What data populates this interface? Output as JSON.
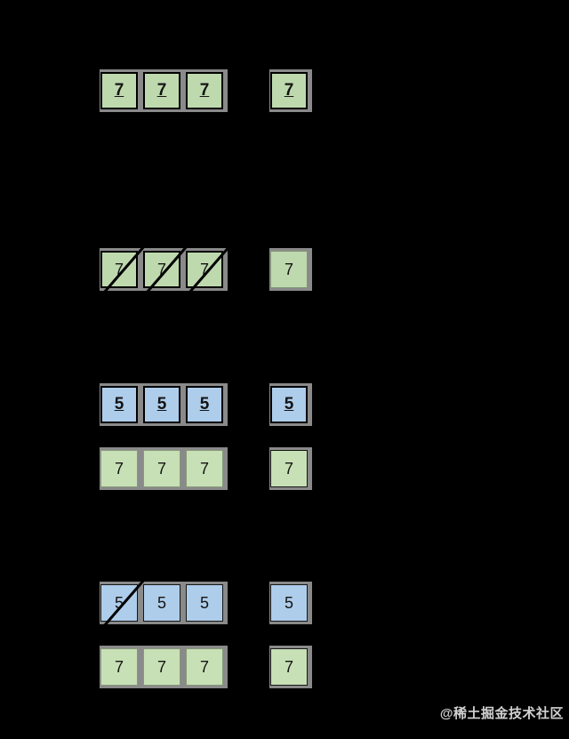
{
  "page": {
    "background_color": "#000000",
    "slot_color": "#8a8a8a",
    "green_color": "#bed9ae",
    "green_soft_color": "#c7e0b5",
    "blue_color": "#aecdeb",
    "digit_color": "#141414",
    "strike_color": "#000000"
  },
  "watermark": {
    "text": "@稀土掘金技术社区"
  },
  "diagram": {
    "sections": [
      {
        "name": "green-entries-underlined",
        "color": "green",
        "underlined": true,
        "crossed": [],
        "cells": [
          "7",
          "7",
          "7"
        ],
        "single": "7"
      },
      {
        "name": "green-entries-crossed-out",
        "color": "green",
        "underlined": false,
        "crossed": [
          0,
          1,
          2
        ],
        "cells": [
          "7",
          "7",
          "7"
        ],
        "single": "7"
      },
      {
        "name": "blue-entries-underlined",
        "color": "blue",
        "underlined": true,
        "crossed": [],
        "cells": [
          "5",
          "5",
          "5"
        ],
        "single": "5"
      },
      {
        "name": "green-entries-plain-upper",
        "color": "green",
        "underlined": false,
        "crossed": [],
        "cells": [
          "7",
          "7",
          "7"
        ],
        "single": "7"
      },
      {
        "name": "blue-entries-first-crossed",
        "color": "blue",
        "underlined": false,
        "crossed": [
          0
        ],
        "cells": [
          "5",
          "5",
          "5"
        ],
        "single": "5"
      },
      {
        "name": "green-entries-plain-lower",
        "color": "green",
        "underlined": false,
        "crossed": [],
        "cells": [
          "7",
          "7",
          "7"
        ],
        "single": "7"
      }
    ]
  }
}
